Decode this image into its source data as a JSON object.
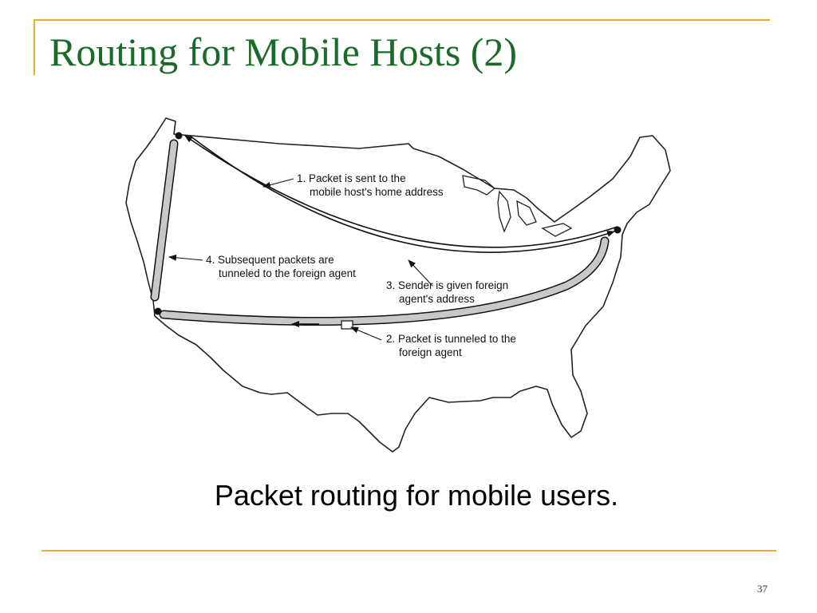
{
  "slide": {
    "title": "Routing for Mobile Hosts (2)",
    "caption": "Packet routing for mobile users.",
    "page_number": "37"
  },
  "figure": {
    "steps": [
      {
        "line1": "1. Packet is sent to the",
        "line2": "mobile host's home address"
      },
      {
        "line1": "2. Packet is tunneled to the",
        "line2": "foreign agent"
      },
      {
        "line1": "3. Sender is given foreign",
        "line2": "agent's address"
      },
      {
        "line1": "4. Subsequent packets are",
        "line2": "tunneled to the foreign agent"
      }
    ]
  },
  "colors": {
    "accent_line": "#e1b030",
    "title": "#1a6b2a",
    "tunnel_fill": "#c8c8c8"
  }
}
